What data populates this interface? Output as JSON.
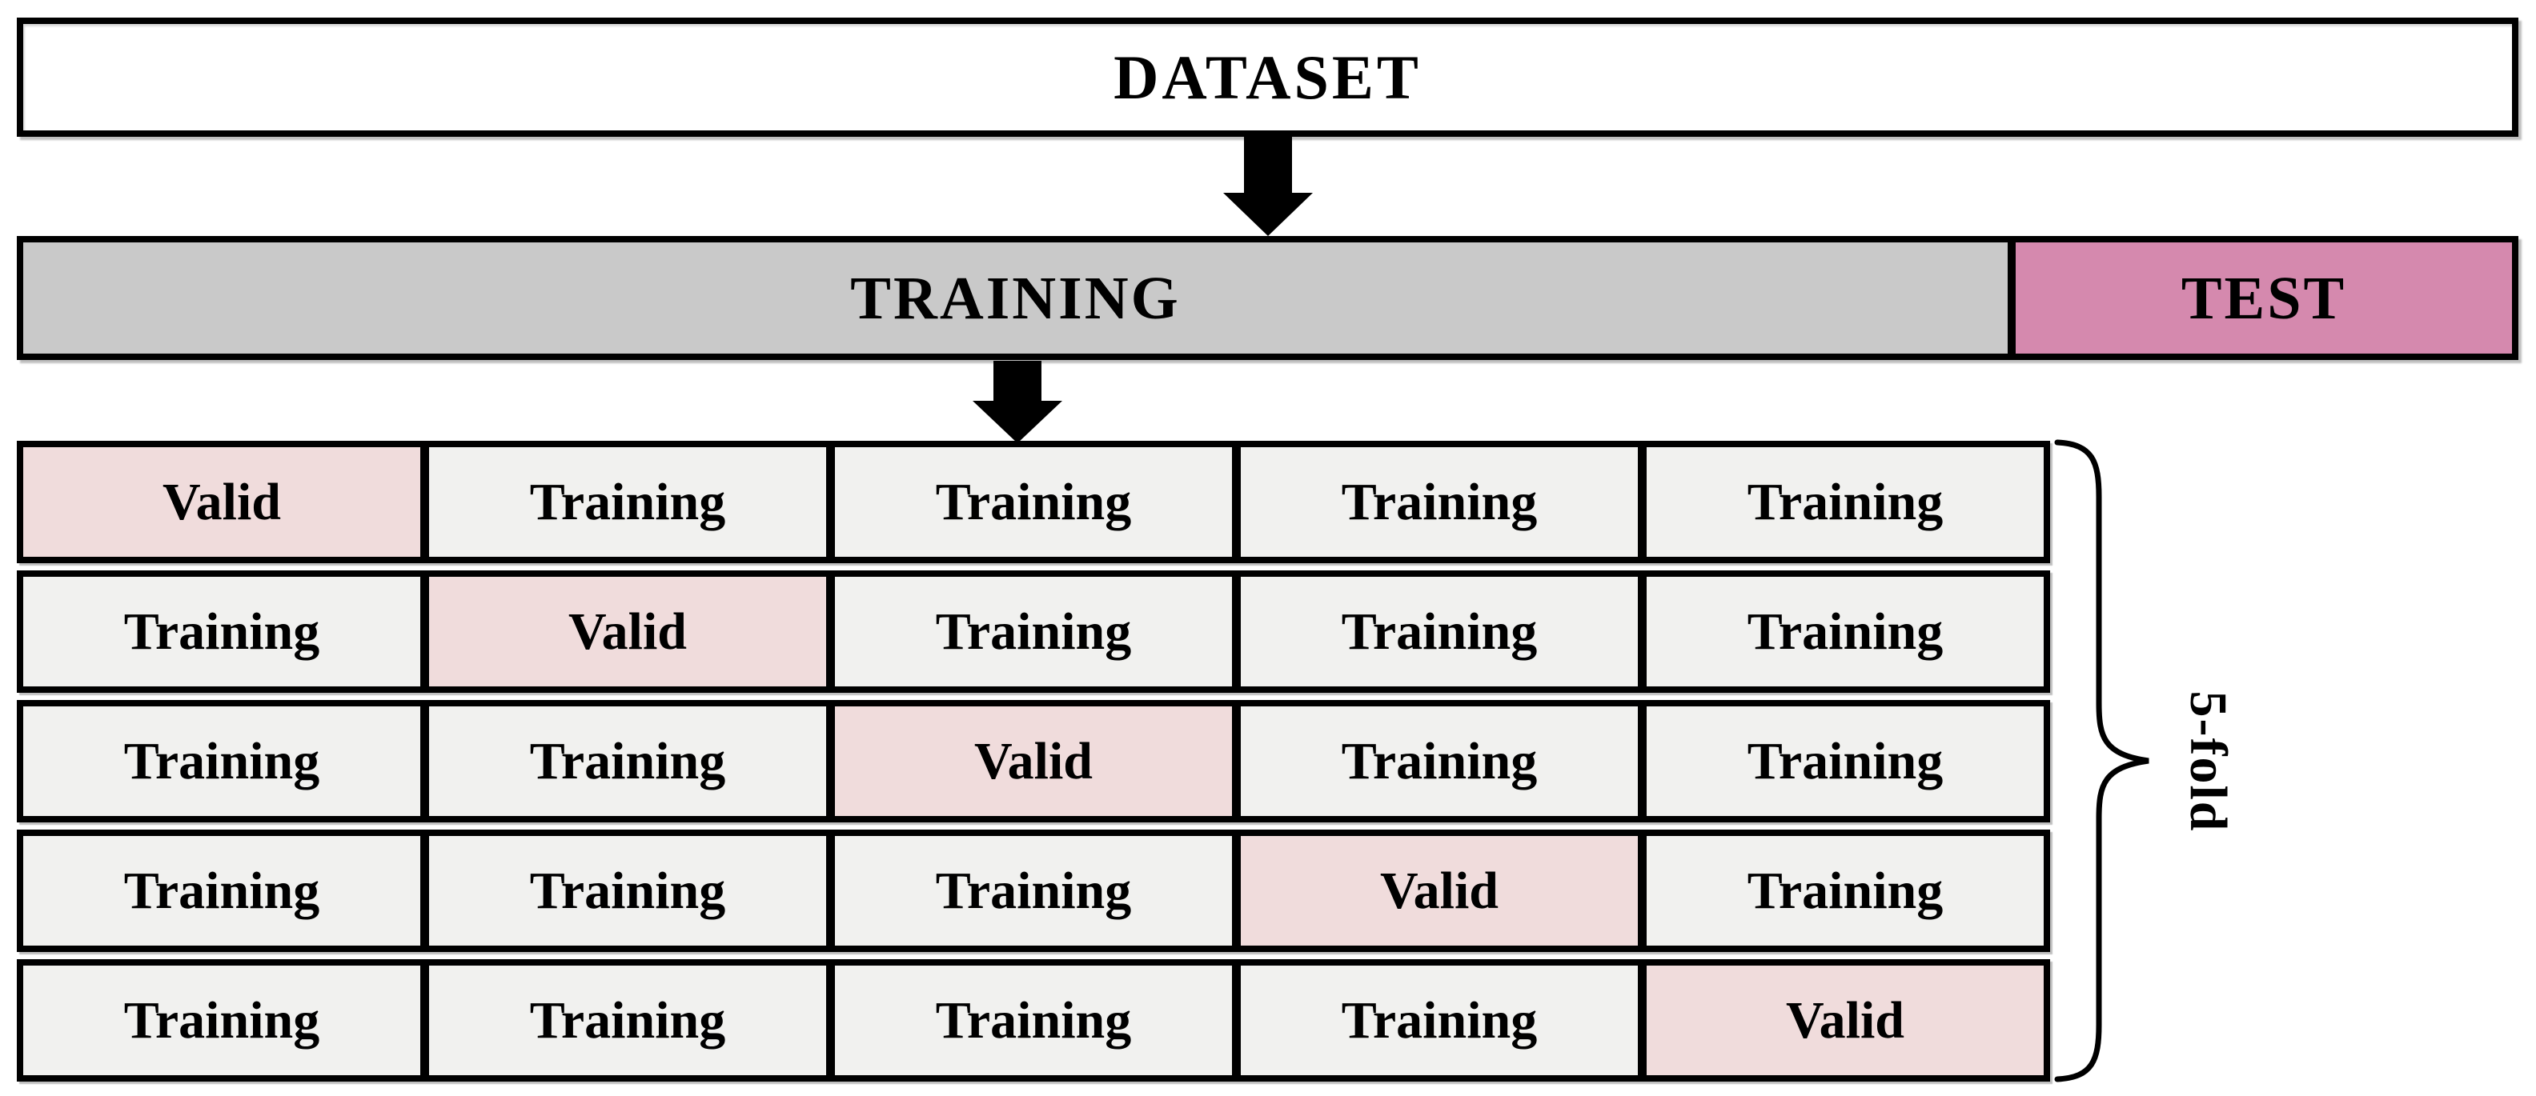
{
  "diagram": {
    "dataset": {
      "label": "DATASET"
    },
    "split": {
      "training_label": "TRAINING",
      "test_label": "TEST"
    },
    "cv": {
      "brace_label": "5-fold",
      "valid_label": "Valid",
      "training_label": "Training",
      "rows": [
        [
          "Valid",
          "Training",
          "Training",
          "Training",
          "Training"
        ],
        [
          "Training",
          "Valid",
          "Training",
          "Training",
          "Training"
        ],
        [
          "Training",
          "Training",
          "Valid",
          "Training",
          "Training"
        ],
        [
          "Training",
          "Training",
          "Training",
          "Valid",
          "Training"
        ],
        [
          "Training",
          "Training",
          "Training",
          "Training",
          "Valid"
        ]
      ]
    },
    "icons": {
      "arrow_dataset_to_split": "down-arrow",
      "arrow_split_to_folds": "down-arrow",
      "fold_brace": "curly-brace"
    },
    "colors": {
      "border": "#000000",
      "dataset_fill": "#ffffff",
      "training_bar_fill": "#c9c9c9",
      "test_fill": "#d589ae",
      "valid_cell_fill": "#f0dcdc",
      "training_cell_fill": "#f1f1ef",
      "arrow": "#000000"
    }
  }
}
